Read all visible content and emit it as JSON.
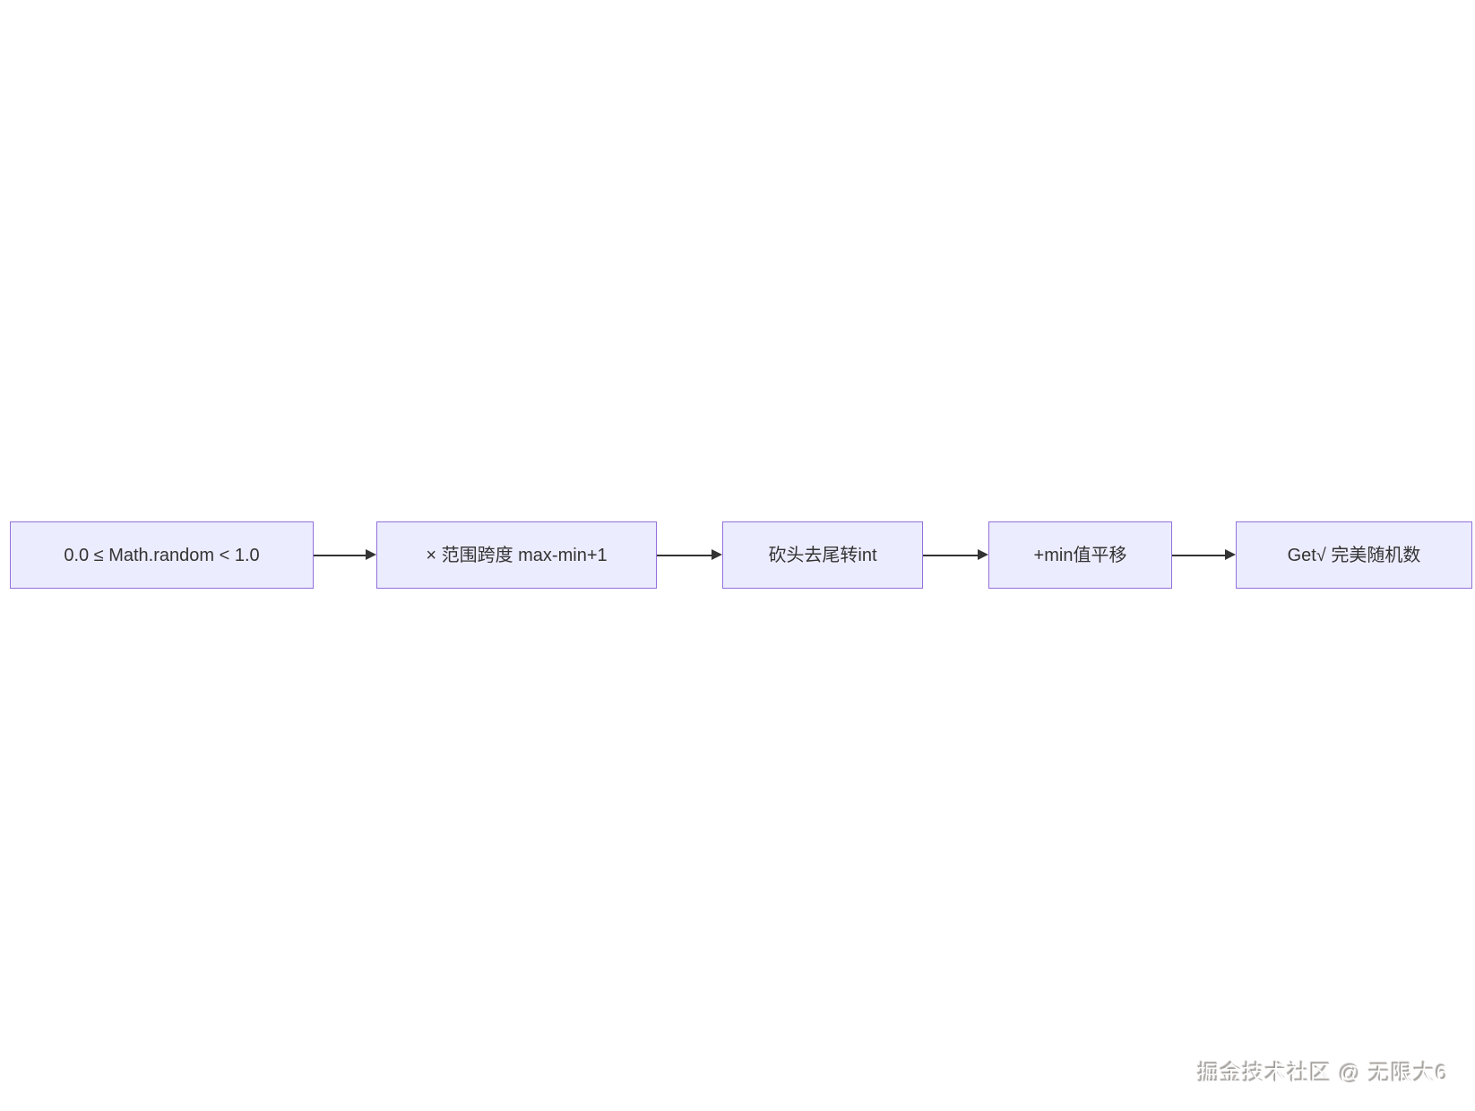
{
  "flowchart": {
    "nodes": [
      {
        "label": "0.0 ≤ Math.random < 1.0"
      },
      {
        "label": "× 范围跨度 max-min+1"
      },
      {
        "label": "砍头去尾转int"
      },
      {
        "label": "+min值平移"
      },
      {
        "label": "Get√ 完美随机数"
      }
    ],
    "node_fill_color": "#ECECFF",
    "node_border_color": "#9370DB",
    "node_text_color": "#333333",
    "arrow_color": "#333333",
    "background_color": "#ffffff"
  },
  "watermark": {
    "text": "掘金技术社区 @ 无限大6"
  }
}
